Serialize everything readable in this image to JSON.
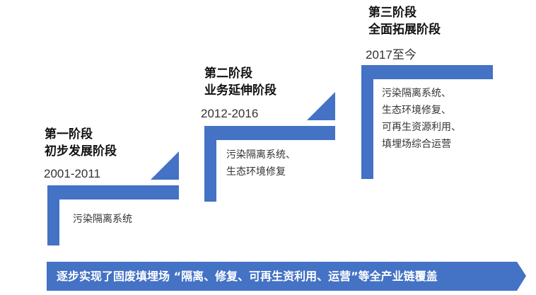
{
  "stages": [
    {
      "title1": "第一阶段",
      "title2": "初步发展阶段",
      "years": "2001-2011",
      "items": [
        "污染隔离系统"
      ]
    },
    {
      "title1": "第二阶段",
      "title2": "业务延伸阶段",
      "years": "2012-2016",
      "items": [
        "污染隔离系统、",
        "生态环境修复"
      ]
    },
    {
      "title1": "第三阶段",
      "title2": "全面拓展阶段",
      "years": "2017至今",
      "items": [
        "污染隔离系统、",
        "生态环境修复、",
        "可再生资源利用、",
        "填埋场综合运营"
      ]
    }
  ],
  "banner": "逐步实现了固废填埋场 “隔离、修复、可再生资利用、运营”等全产业链覆盖",
  "colors": {
    "accent": "#4472c4"
  }
}
